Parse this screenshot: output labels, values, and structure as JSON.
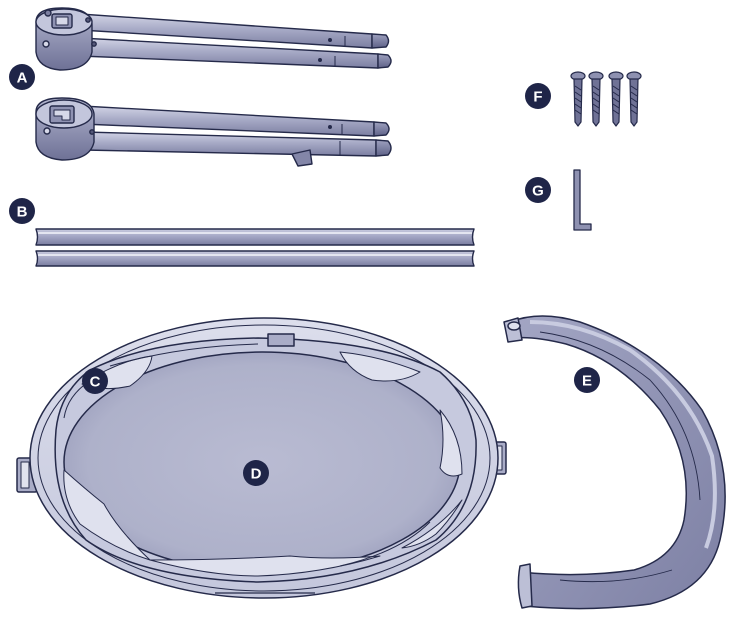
{
  "parts": [
    {
      "id": "A",
      "label": "A",
      "description_name": "leg-assembly"
    },
    {
      "id": "B",
      "label": "B",
      "description_name": "support-bars"
    },
    {
      "id": "C",
      "label": "C",
      "description_name": "bassinet-frame"
    },
    {
      "id": "D",
      "label": "D",
      "description_name": "bassinet-base"
    },
    {
      "id": "E",
      "label": "E",
      "description_name": "canopy-arch"
    },
    {
      "id": "F",
      "label": "F",
      "description_name": "screws"
    },
    {
      "id": "G",
      "label": "G",
      "description_name": "allen-key"
    }
  ],
  "colors": {
    "outline": "#252a4a",
    "metal_light": "#b9bcd4",
    "metal_mid": "#9a9dbb",
    "metal_dark": "#6d7094",
    "fabric_light": "#d3d5e6",
    "fabric_mid": "#b6b9d1",
    "badge": "#1f2548",
    "badge_text": "#ffffff"
  },
  "screw_count": 4
}
